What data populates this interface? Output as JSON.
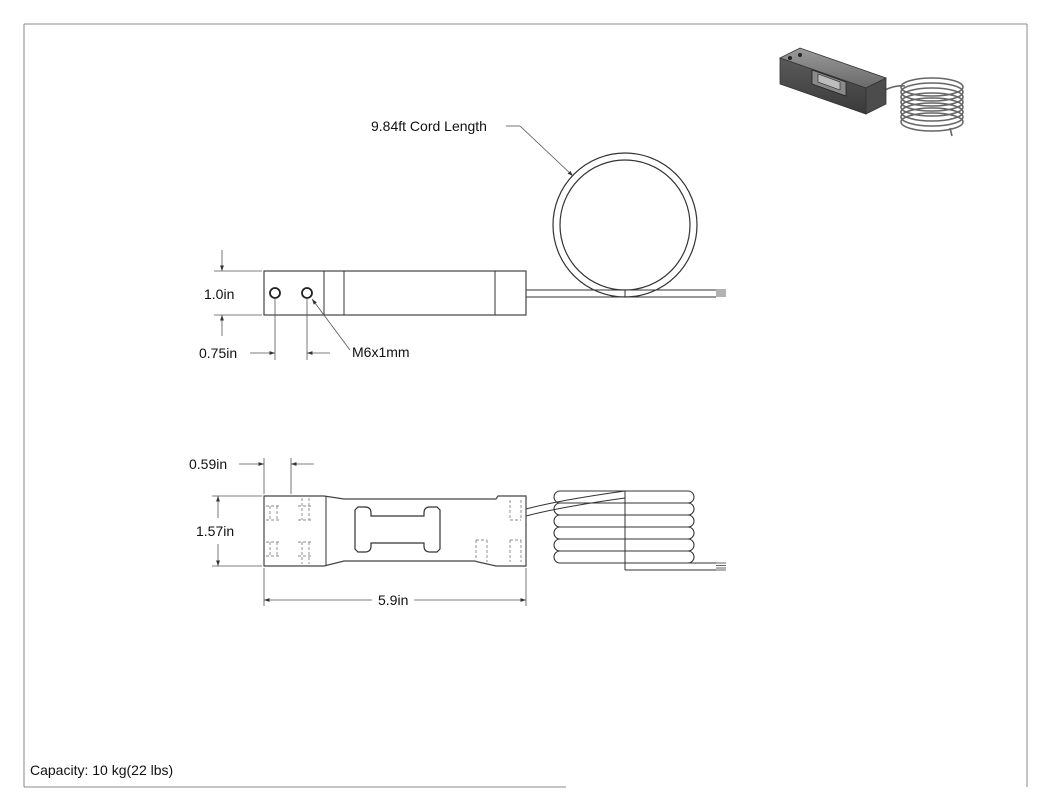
{
  "drawing": {
    "labels": {
      "cord_length": "9.84ft Cord Length",
      "height": "1.0in",
      "hole_spacing": "0.75in",
      "thread": "M6x1mm",
      "edge_offset": "0.59in",
      "width": "1.57in",
      "length": "5.9in"
    },
    "footer": {
      "capacity": "Capacity: 10 kg(22 lbs)"
    }
  }
}
